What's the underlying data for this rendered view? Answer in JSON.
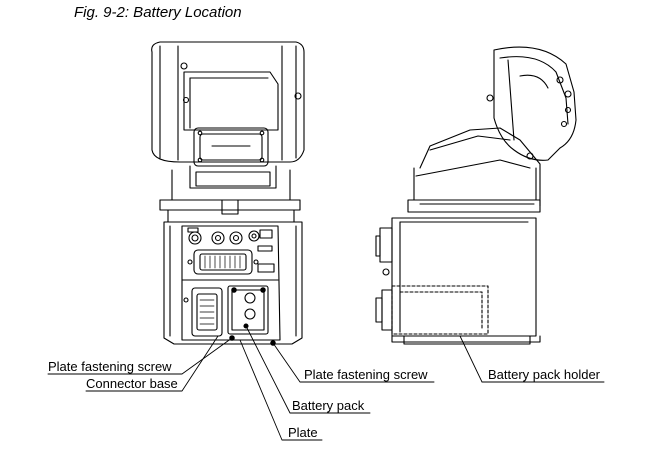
{
  "figure": {
    "title": "Fig. 9-2: Battery Location"
  },
  "callouts": {
    "plate_fastening_screw_left": "Plate fastening screw",
    "connector_base": "Connector base",
    "plate_fastening_screw_right": "Plate fastening screw",
    "battery_pack": "Battery pack",
    "plate": "Plate",
    "battery_pack_holder": "Battery pack holder"
  }
}
